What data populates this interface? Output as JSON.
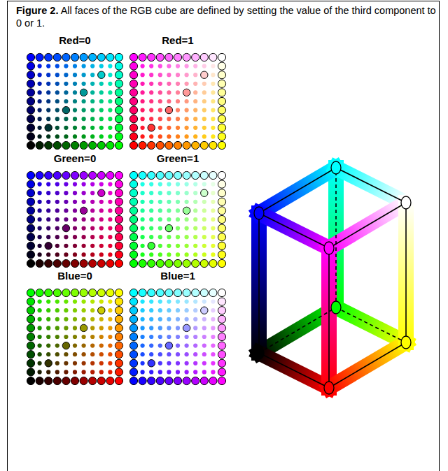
{
  "diagram": {
    "caption": "Figure 2. All faces of the RGB cube are defined by setting the value of the third component to 0 or 1.",
    "labels": [
      "Red=0",
      "Red=1",
      "Green=0",
      "Green=1",
      "Blue=0",
      "Blue=1"
    ]
  }
}
